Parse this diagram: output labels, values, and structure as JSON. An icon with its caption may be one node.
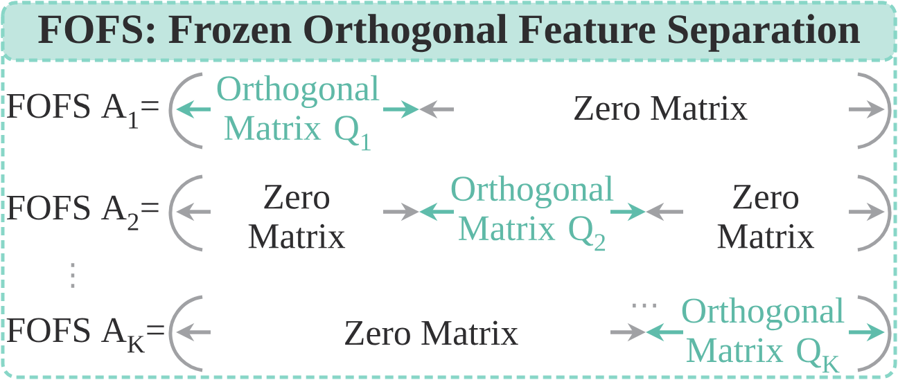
{
  "diagram": {
    "title": "FOFS: Frozen Orthogonal Feature Separation",
    "labels": [
      "FOFS A$_{1}$=",
      "Orthogonal Matrix Q$_{1}$",
      "Zero Matrix",
      "FOFS A$_{2}$=",
      "Zero Matrix",
      "Orthogonal Matrix Q$_{2}$",
      "Zero Matrix",
      "⋮",
      "FOFS A$_{K}$=",
      "Zero Matrix",
      "⋯",
      "Orthogonal Matrix Q$_{K}$"
    ]
  }
}
